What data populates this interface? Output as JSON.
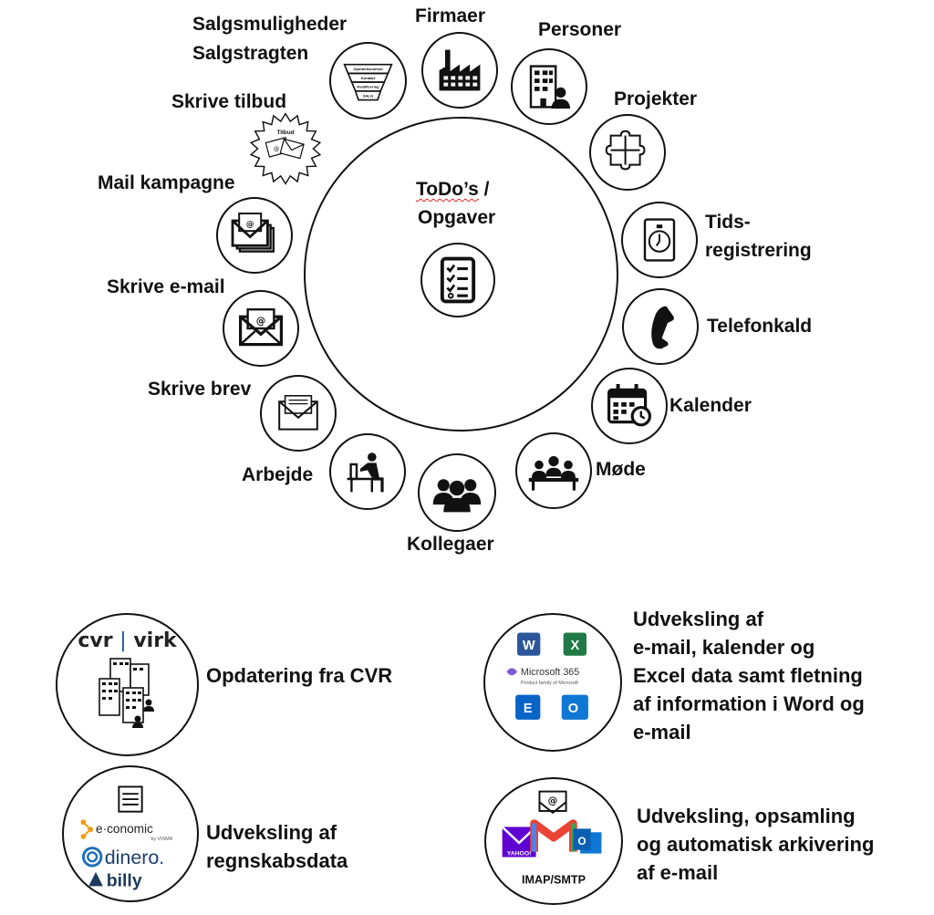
{
  "center": {
    "title_part1": "ToDo’s",
    "title_part2": " /",
    "title_line2": "Opgaver"
  },
  "labels": {
    "salgsmuligheder": "Salgsmuligheder",
    "salgstragten": "Salgstragten",
    "firmaer": "Firmaer",
    "personer": "Personer",
    "projekter": "Projekter",
    "tids1": "Tids-",
    "tids2": "registrering",
    "telefonkald": "Telefonkald",
    "kalender": "Kalender",
    "mode": "Møde",
    "kollegaer": "Kollegaer",
    "arbejde": "Arbejde",
    "skrive_brev": "Skrive brev",
    "skrive_email": "Skrive e-mail",
    "mail_kampagne": "Mail kampagne",
    "skrive_tilbud": "Skrive tilbud"
  },
  "funnel": [
    "Opmærksomhed",
    "Kontakt",
    "Kvalificering",
    "SALG"
  ],
  "tilbud_label": "Tilbud",
  "integrations": {
    "cvr": {
      "logo_left": "cvr",
      "logo_right": "virk",
      "text": "Opdatering fra CVR"
    },
    "ms365": {
      "brand": "Microsoft 365",
      "sub": "Product family of Microsoft",
      "text_lines": [
        "Udveksling af",
        "e-mail, kalender og",
        "Excel data samt fletning",
        "af information i Word og",
        "e-mail"
      ]
    },
    "accounting": {
      "logos": {
        "economic": "e·conomic",
        "visma": "by VISMA",
        "dinero": "dinero.",
        "billy": "billy"
      },
      "text_lines": [
        "Udveksling af",
        "regnskabsdata"
      ]
    },
    "imap": {
      "label": "IMAP/SMTP",
      "yahoo": "YAHOO!",
      "text_lines": [
        "Udveksling, opsamling",
        "og automatisk arkivering",
        "af e-mail"
      ]
    }
  },
  "colors": {
    "ink": "#111111",
    "word": "#2b579a",
    "excel": "#1f7a45",
    "exchange": "#0a64c8",
    "outlook": "#0f78d4",
    "yahoo": "#5f01d1",
    "gmail_red": "#ea4335",
    "economic": "#f39c12",
    "dinero": "#1d6fb8"
  }
}
